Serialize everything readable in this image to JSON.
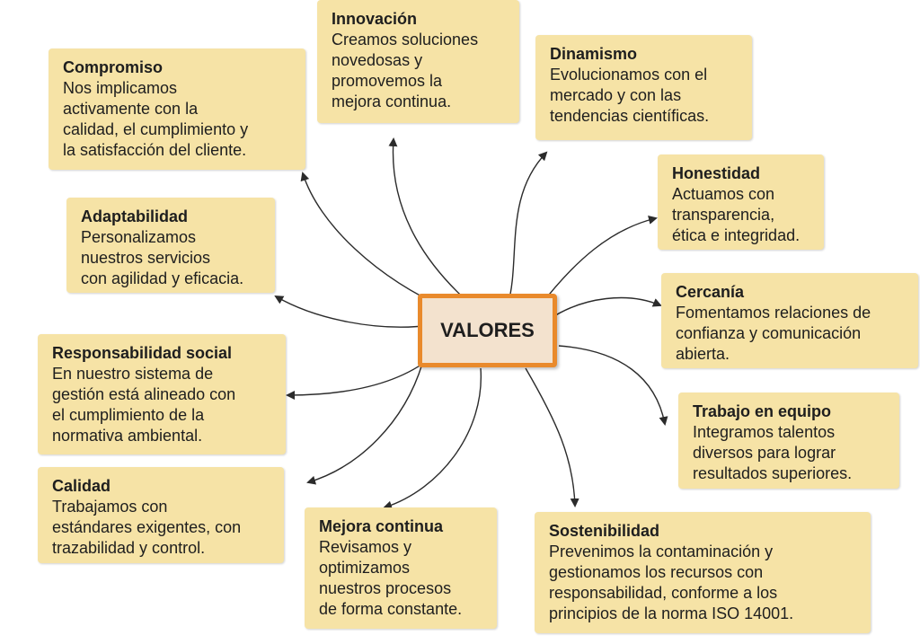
{
  "center": {
    "label": "VALORES"
  },
  "values": [
    {
      "key": "compromiso",
      "title": "Compromiso",
      "text": "Nos implicamos\nactivamente con      la\ncalidad, el cumplimiento y\nla satisfacción del cliente."
    },
    {
      "key": "innovacion",
      "title": "Innovación",
      "text": "Creamos soluciones\nnovedosas y\npromovemos la\nmejora continua."
    },
    {
      "key": "dinamismo",
      "title": "Dinamismo",
      "text": "Evolucionamos con el\nmercado y      con las\ntendencias científicas."
    },
    {
      "key": "honestidad",
      "title": "Honestidad",
      "text": " Actuamos con\ntransparencia,\nética e integridad."
    },
    {
      "key": "adaptabilidad",
      "title": "Adaptabilidad",
      "text": "Personalizamos\nnuestros      servicios\ncon agilidad y eficacia."
    },
    {
      "key": "cercania",
      "title": "Cercanía",
      "text": " Fomentamos relaciones de\nconfianza y comunicación\nabierta."
    },
    {
      "key": "responsabilidad",
      "title": "Responsabilidad social",
      "text": "En nuestro sistema de\ngestión está alineado con\nel cumplimiento de la\nnormativa ambiental."
    },
    {
      "key": "trabajo",
      "title": "Trabajo en equipo",
      "text": "Integramos talentos\ndiversos      para lograr\nresultados superiores."
    },
    {
      "key": "calidad",
      "title": "Calidad",
      "text": "Trabajamos con\nestándares exigentes, con\ntrazabilidad y control."
    },
    {
      "key": "mejora",
      "title": "Mejora continua",
      "text": "Revisamos y\noptimizamos\nnuestros procesos\nde forma constante."
    },
    {
      "key": "sostenibilidad",
      "title": "Sostenibilidad",
      "text": " Prevenimos la contaminación y\ngestionamos los recursos con\nresponsabilidad, conforme a los\nprincipios de la norma ISO 14001."
    }
  ],
  "colors": {
    "card": "#f6e3a6",
    "center_border": "#e98a2c",
    "center_fill": "#f3e2ce",
    "arrow": "#2b2b2b"
  }
}
